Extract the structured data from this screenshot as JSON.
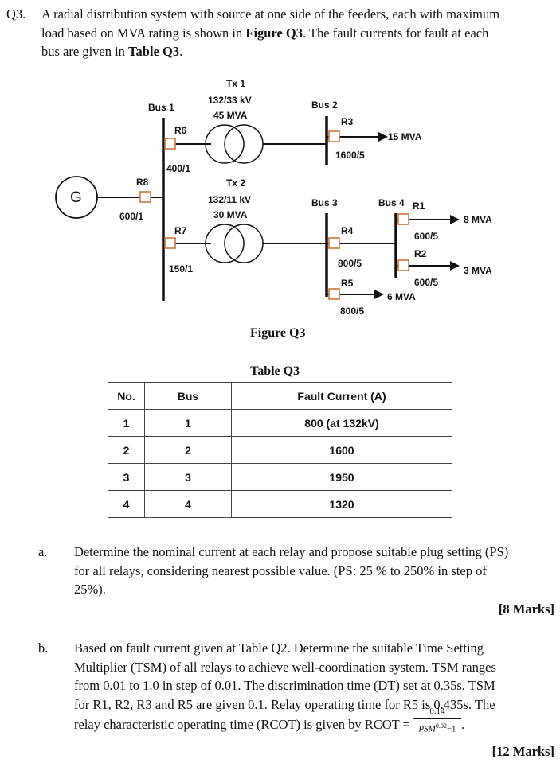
{
  "question": {
    "number": "Q3.",
    "intro_l1_a": "A radial distribution system with source at one side of the feeders, each with maximum",
    "intro_l2_a": "load based on MVA rating is shown in ",
    "intro_l2_b": "Figure Q3",
    "intro_l2_c": ". The fault currents for fault at each",
    "intro_l3_a": "bus are given in ",
    "intro_l3_b": "Table Q3",
    "intro_l3_c": "."
  },
  "figure": {
    "caption": "Figure Q3",
    "generator": "G",
    "bus1": "Bus 1",
    "bus2": "Bus 2",
    "bus3": "Bus 3",
    "bus4": "Bus 4",
    "tx1_name": "Tx 1",
    "tx1_volt": "132/33 kV",
    "tx1_mva": "45 MVA",
    "tx2_name": "Tx 2",
    "tx2_volt": "132/11 kV",
    "tx2_mva": "30 MVA",
    "r1": "R1",
    "r2": "R2",
    "r3": "R3",
    "r4": "R4",
    "r5": "R5",
    "r6": "R6",
    "r7": "R7",
    "r8": "R8",
    "ct_r8": "600/1",
    "ct_r6": "400/1",
    "ct_r7": "150/1",
    "ct_r3": "1600/5",
    "ct_r4": "800/5",
    "ct_r5": "800/5",
    "ct_r1": "600/5",
    "ct_r2": "600/5",
    "load_15": "15 MVA",
    "load_8": "8 MVA",
    "load_3": "3 MVA",
    "load_6": "6 MVA"
  },
  "table": {
    "caption": "Table Q3",
    "headers": [
      "No.",
      "Bus",
      "Fault Current (A)"
    ],
    "rows": [
      [
        "1",
        "1",
        "800 (at 132kV)"
      ],
      [
        "2",
        "2",
        "1600"
      ],
      [
        "3",
        "3",
        "1950"
      ],
      [
        "4",
        "4",
        "1320"
      ]
    ]
  },
  "part_a": {
    "label": "a.",
    "l1": "Determine the nominal current at each relay and propose suitable plug setting (PS)",
    "l2": "for all relays, considering nearest possible value. (PS: 25 % to 250% in step of",
    "l3": "25%).",
    "marks": "[8 Marks]"
  },
  "part_b": {
    "label": "b.",
    "l1": "Based on fault current given at Table Q2. Determine the suitable Time Setting",
    "l2": "Multiplier (TSM) of all relays to achieve well-coordination system. TSM ranges",
    "l3": "from 0.01 to 1.0 in step of 0.01. The discrimination time (DT) set at 0.35s. TSM",
    "l4": "for R1, R2, R3 and R5 are given 0.1. Relay operating time for R5 is 0.435s. The",
    "l5": "relay characteristic operating time (RCOT) is given by RCOT =",
    "formula_num": "0.14",
    "formula_den_base": "PSM",
    "formula_den_exp": "0.02",
    "formula_den_tail": "−1",
    "formula_end": ".",
    "marks": "[12 Marks]"
  }
}
